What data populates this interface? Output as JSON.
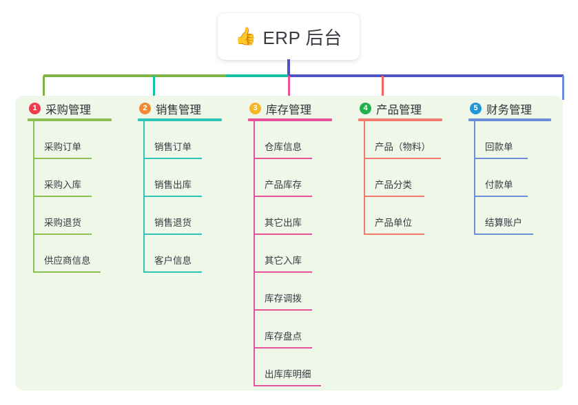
{
  "root": {
    "icon": "thumbs-up-icon",
    "icon_glyph": "👍",
    "label": "ERP 后台"
  },
  "palette": {
    "panel_bg": "#eff7e9",
    "page_bg": "#ffffff",
    "stem": "#4f52c0",
    "text": "#3a3a42"
  },
  "connectors": {
    "stem_color": "#4f52c0",
    "bar_colors": [
      "#7cb342",
      "#17bfa5",
      "#4f52c0"
    ],
    "drop_colors": [
      "#7cb342",
      "#17bfa5",
      "#e8529a",
      "#f2685f",
      "#6c8ed8"
    ]
  },
  "columns": [
    {
      "index": "1",
      "badge_color": "#ef3b4e",
      "line_color": "#8cc152",
      "title": "采购管理",
      "head_rule_width": 122,
      "items": [
        {
          "label": "采购订单",
          "rule_width": 85
        },
        {
          "label": "采购入库",
          "rule_width": 85
        },
        {
          "label": "采购退货",
          "rule_width": 85
        },
        {
          "label": "供应商信息",
          "rule_width": 98
        }
      ]
    },
    {
      "index": "2",
      "badge_color": "#f0892f",
      "line_color": "#2ec4b6",
      "title": "销售管理",
      "head_rule_width": 122,
      "items": [
        {
          "label": "销售订单",
          "rule_width": 85
        },
        {
          "label": "销售出库",
          "rule_width": 85
        },
        {
          "label": "销售退货",
          "rule_width": 85
        },
        {
          "label": "客户信息",
          "rule_width": 85
        }
      ]
    },
    {
      "index": "3",
      "badge_color": "#f5b623",
      "line_color": "#e8529a",
      "title": "库存管理",
      "head_rule_width": 122,
      "items": [
        {
          "label": "仓库信息",
          "rule_width": 85
        },
        {
          "label": "产品库存",
          "rule_width": 85
        },
        {
          "label": "其它出库",
          "rule_width": 85
        },
        {
          "label": "其它入库",
          "rule_width": 85
        },
        {
          "label": "库存调拨",
          "rule_width": 85
        },
        {
          "label": "库存盘点",
          "rule_width": 85
        },
        {
          "label": "出库库明细",
          "rule_width": 98
        }
      ]
    },
    {
      "index": "4",
      "badge_color": "#22b14c",
      "line_color": "#f4796f",
      "title": "产品管理",
      "head_rule_width": 122,
      "items": [
        {
          "label": "产品（物料）",
          "rule_width": 112
        },
        {
          "label": "产品分类",
          "rule_width": 88
        },
        {
          "label": "产品单位",
          "rule_width": 88
        }
      ]
    },
    {
      "index": "5",
      "badge_color": "#2196d6",
      "line_color": "#6c8ed8",
      "title": "财务管理",
      "head_rule_width": 120,
      "items": [
        {
          "label": "回款单",
          "rule_width": 78
        },
        {
          "label": "付款单",
          "rule_width": 78
        },
        {
          "label": "结算账户",
          "rule_width": 86
        }
      ]
    }
  ]
}
